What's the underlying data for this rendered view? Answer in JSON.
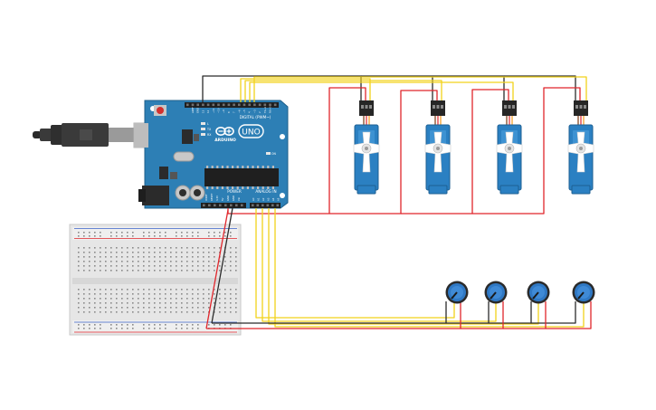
{
  "board": {
    "brand": "ARDUINO",
    "model": "UNO",
    "digital_label": "DIGITAL (PWM~)",
    "power_label": "POWER",
    "analog_label": "ANALOG IN",
    "digital_pins": [
      "AREF",
      "GND",
      "13",
      "12",
      "~11",
      "~10",
      "~9",
      "8",
      "7",
      "~6",
      "~5",
      "4",
      "~3",
      "2",
      "TX→1",
      "RX←0"
    ],
    "power_pins": [
      "IOREF",
      "RESET",
      "3.3V",
      "5V",
      "GND",
      "GND",
      "Vin"
    ],
    "analog_pins": [
      "A0",
      "A1",
      "A2",
      "A3",
      "A4",
      "A5"
    ],
    "tx_label": "TX",
    "rx_label": "RX",
    "on_label": "ON",
    "l_label": "L"
  },
  "components": {
    "servos": [
      {
        "id": "servo-1"
      },
      {
        "id": "servo-2"
      },
      {
        "id": "servo-3"
      },
      {
        "id": "servo-4"
      }
    ],
    "potentiometers": [
      {
        "id": "pot-1"
      },
      {
        "id": "pot-2"
      },
      {
        "id": "pot-3"
      },
      {
        "id": "pot-4"
      }
    ],
    "breadboard": {
      "id": "breadboard"
    },
    "usb_cable": {
      "id": "usb-cable"
    }
  },
  "wire_colors": {
    "signal": "#f2d21b",
    "power": "#e0252b",
    "ground": "#2b2b2b"
  },
  "colors": {
    "board_blue": "#2d7fb5",
    "servo_blue": "#2b80c2",
    "pot_blue": "#2f78c4"
  }
}
